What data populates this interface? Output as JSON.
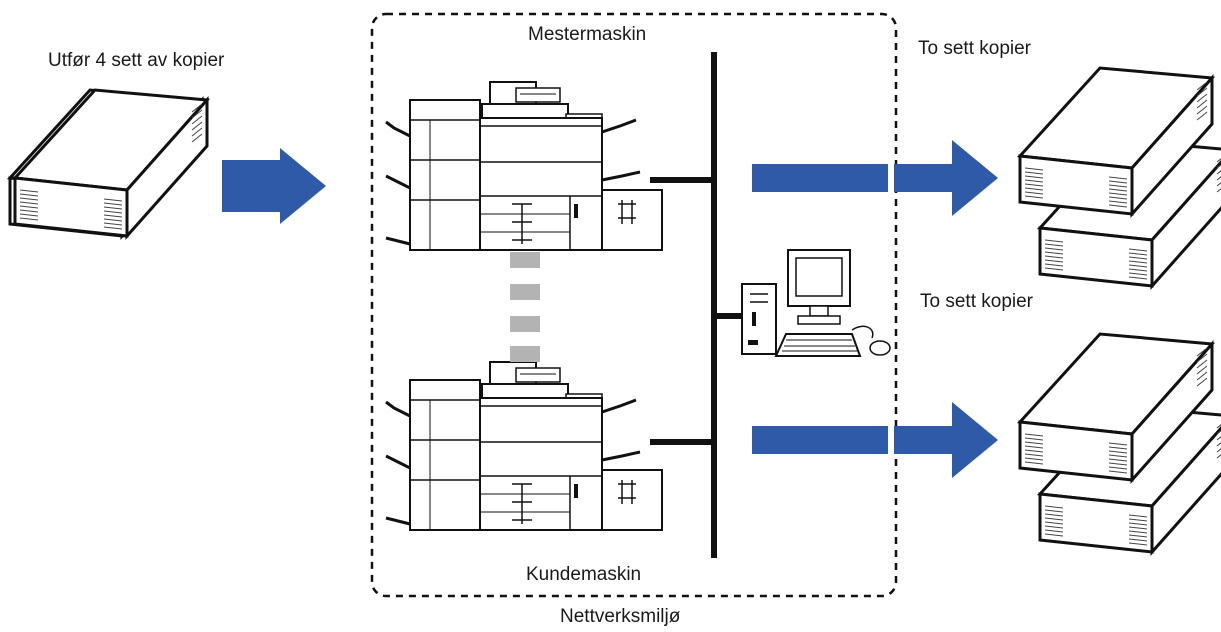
{
  "labels": {
    "input": "Utfør 4 sett av kopier",
    "master": "Mestermaskin",
    "client": "Kundemaskin",
    "network": "Nettverksmiljø",
    "output_top": "To sett kopier",
    "output_bottom": "To sett kopier"
  },
  "colors": {
    "arrow": "#2e5aa8",
    "connector": "#b3b3b3",
    "line": "#111111"
  },
  "icons": [
    "paper-stack-icon",
    "printer-icon",
    "computer-icon",
    "arrow-right-icon"
  ]
}
